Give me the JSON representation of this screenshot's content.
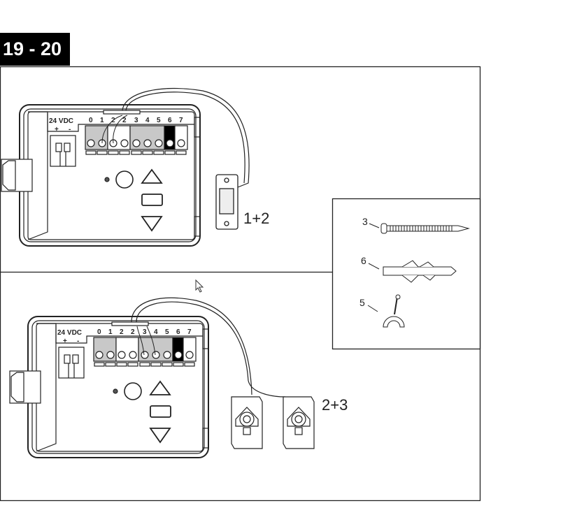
{
  "section_title": "19 - 20",
  "controller": {
    "power_label": "24 VDC",
    "plus": "+",
    "minus": "-",
    "terminals": [
      "0",
      "1",
      "2",
      "2",
      "3",
      "4",
      "5",
      "6",
      "7"
    ]
  },
  "top_panel": {
    "label": "1+2"
  },
  "bottom_panel": {
    "label": "2+3"
  },
  "parts": [
    {
      "number": "3",
      "icon": "screw-icon"
    },
    {
      "number": "6",
      "icon": "wall-plug-icon"
    },
    {
      "number": "5",
      "icon": "cable-clip-icon"
    }
  ],
  "colors": {
    "ink": "#222222",
    "terminal_gray": "#c8c8c8",
    "title_bg": "#000000"
  }
}
